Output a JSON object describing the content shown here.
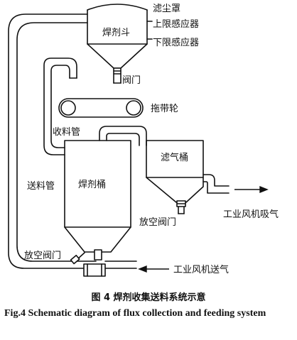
{
  "labels": {
    "dust_cover": "滤尘罩",
    "upper_sensor": "上限感应器",
    "lower_sensor": "下限感应器",
    "flux_hopper": "焊剂斗",
    "valve": "阀门",
    "drag_wheel": "拖带轮",
    "collection_pipe": "收料管",
    "feed_pipe": "送料管",
    "flux_bucket": "焊剂桶",
    "filter_bucket": "滤气桶",
    "vent_valve_right": "放空阀门",
    "vent_valve_left": "放空阀门",
    "fan_suction": "工业风机吸气",
    "fan_supply": "工业风机送气"
  },
  "caption": {
    "cn": "图 4    焊剂收集送料系统示意",
    "en": "Fig.4   Schematic diagram of flux collection and feeding system"
  }
}
